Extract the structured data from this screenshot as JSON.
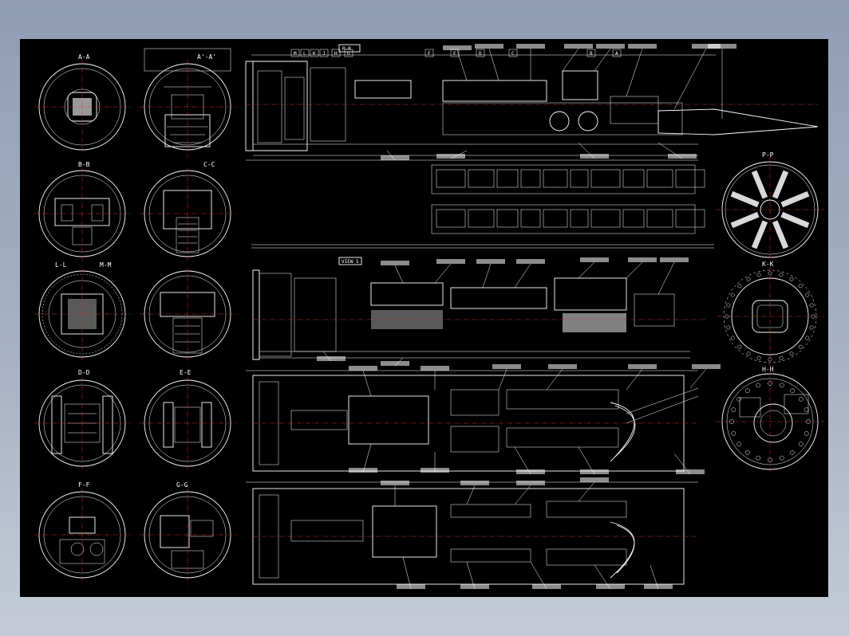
{
  "colors": {
    "background": "#93a0b7",
    "sheet": "#000000",
    "linework": "#ffffff",
    "centerline": "#dd3333"
  },
  "section_labels": {
    "a": "A-A",
    "aa": "A'-A'",
    "b": "B-B",
    "c": "C-C",
    "l": "L-L",
    "m": "M-M",
    "d": "D-D",
    "e": "E-E",
    "f": "F-F",
    "g": "G-G",
    "p": "P-P",
    "k": "K-K",
    "h": "H-H",
    "r": "R-R"
  },
  "view_labels": {
    "view_s": "VIEW S"
  },
  "cut_markers": [
    "M",
    "L",
    "K",
    "J",
    "H",
    "G",
    "F",
    "E",
    "D",
    "C",
    "B",
    "A"
  ]
}
